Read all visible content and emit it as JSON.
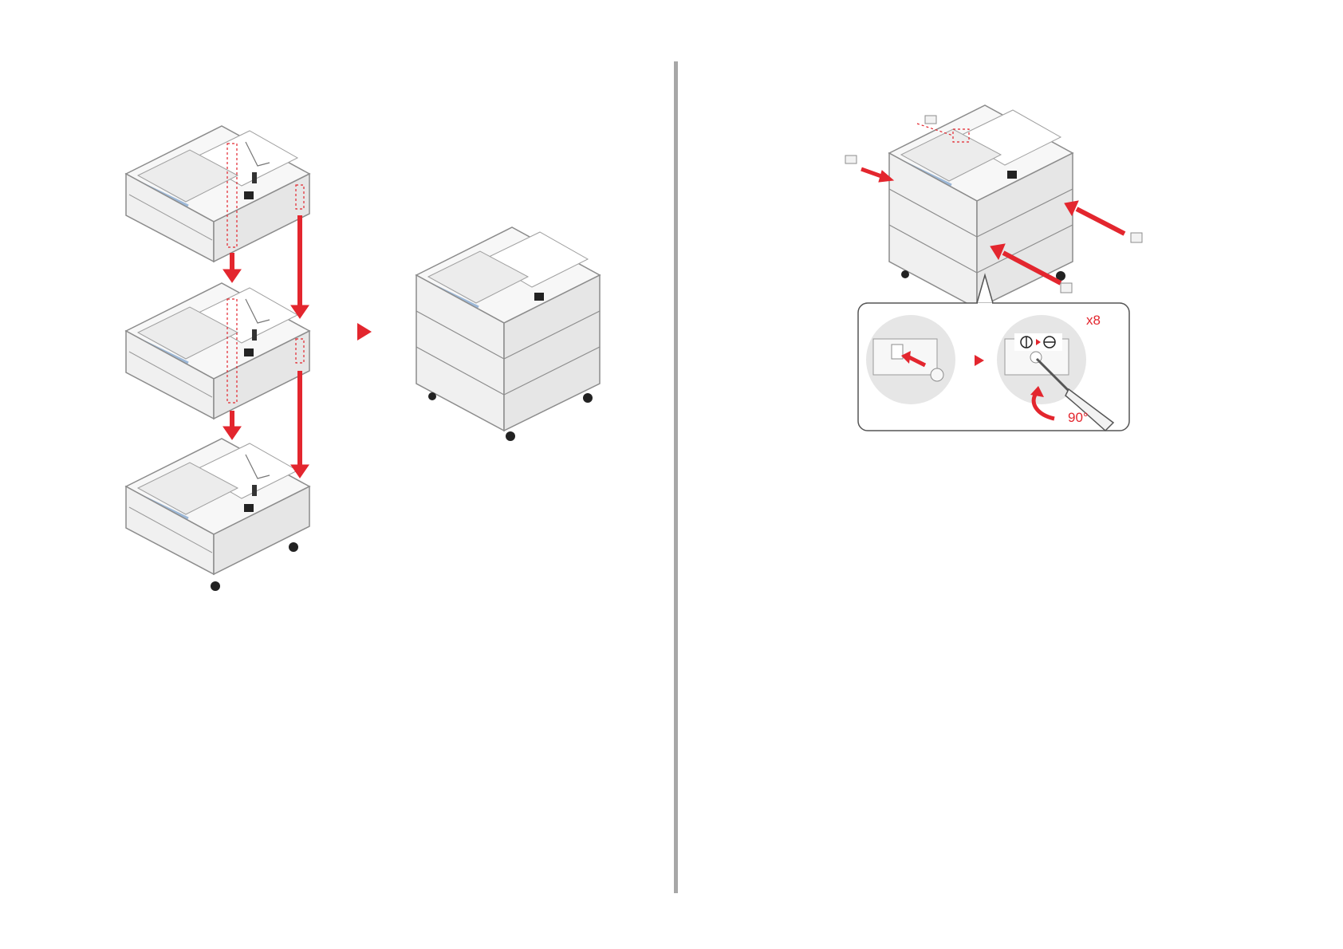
{
  "colors": {
    "accent": "#e3262e",
    "divider": "#a7a7a7",
    "unit_body": "#f2f2f2",
    "unit_outline": "#8c8c8c",
    "detail_circle": "#e6e6e6"
  },
  "left_panel": {
    "units_to_stack": 3,
    "icons": [
      "tray-unit-icon",
      "down-arrow-icon",
      "right-triangle-icon",
      "stacked-trays-icon"
    ]
  },
  "right_panel": {
    "detail_count_label": "x8",
    "rotation_label": "90°",
    "icons": [
      "stacked-trays-icon",
      "lock-fitting-icon",
      "screwdriver-icon",
      "rotate-arrow-icon",
      "lock-unlock-symbol-icon"
    ]
  }
}
